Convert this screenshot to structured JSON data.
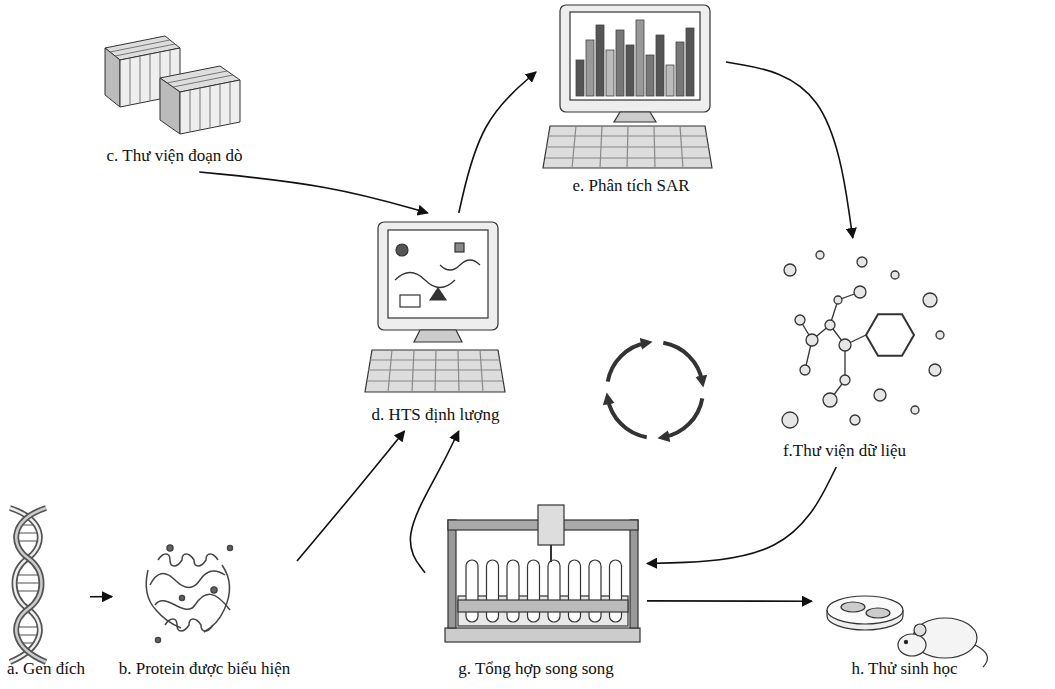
{
  "diagram": {
    "nodes": [
      {
        "text": [
          "a. Gen đích"
        ]
      },
      {
        "text": [
          "b. Protein được biểu hiện"
        ]
      },
      {
        "text": [
          "c. Thư viện đoạn dò"
        ]
      },
      {
        "text": [
          "d. HTS định lượng"
        ]
      },
      {
        "text": [
          "e. Phân tích SAR"
        ]
      },
      {
        "text": [
          "f.Thư viện dữ liệu"
        ]
      },
      {
        "text": [
          "g. Tổng hợp song song"
        ]
      },
      {
        "text": [
          "h. Thử sinh học"
        ]
      }
    ],
    "edges": [
      {
        "from": 0,
        "to": 1,
        "arrow": "to"
      },
      {
        "from": 1,
        "to": 3,
        "arrow": "to"
      },
      {
        "from": 2,
        "to": 3,
        "arrow": "to"
      },
      {
        "from": 3,
        "to": 4,
        "arrow": "to"
      },
      {
        "from": 4,
        "to": 5,
        "arrow": "to"
      },
      {
        "from": 5,
        "to": 6,
        "arrow": "to"
      },
      {
        "from": 6,
        "to": 3,
        "arrow": "to"
      },
      {
        "from": 6,
        "to": 7,
        "arrow": "to"
      }
    ]
  }
}
